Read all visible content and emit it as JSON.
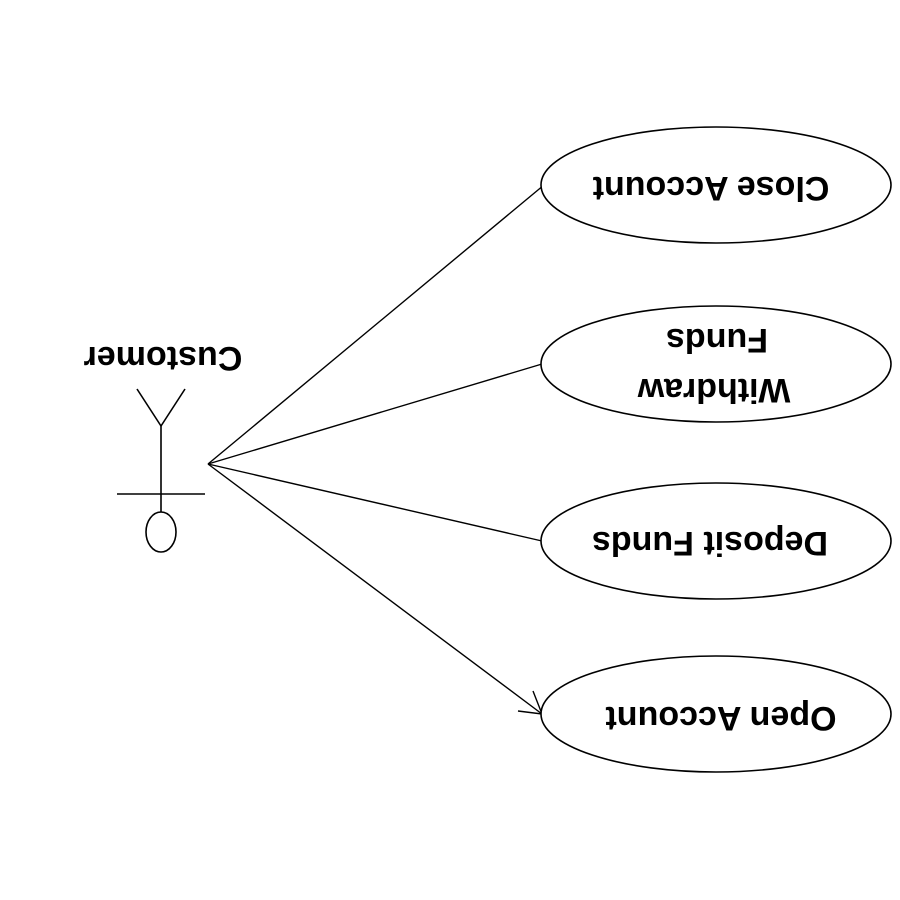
{
  "diagram": {
    "type": "use-case",
    "orientation": "upside-down",
    "colors": {
      "line": "#000000",
      "background": "#ffffff"
    },
    "actor": {
      "name": "Customer"
    },
    "use_cases": [
      {
        "id": "close-account",
        "lines": [
          "Close Account"
        ]
      },
      {
        "id": "withdraw-funds",
        "lines": [
          "Withdraw",
          "Funds"
        ]
      },
      {
        "id": "deposit-funds",
        "lines": [
          "Deposit Funds"
        ]
      },
      {
        "id": "open-account",
        "lines": [
          "Open Account"
        ]
      }
    ],
    "associations": [
      {
        "from": "Customer",
        "to": "close-account"
      },
      {
        "from": "Customer",
        "to": "withdraw-funds"
      },
      {
        "from": "Customer",
        "to": "deposit-funds"
      },
      {
        "from": "Customer",
        "to": "open-account",
        "arrow": true
      }
    ]
  }
}
